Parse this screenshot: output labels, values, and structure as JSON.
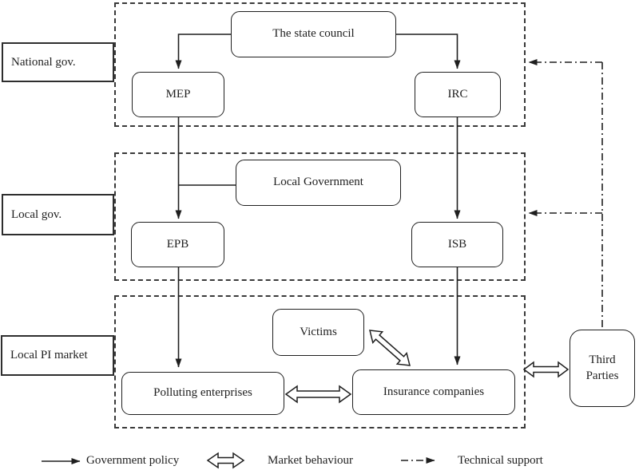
{
  "figure": {
    "levels": [
      {
        "id": "national",
        "label": "National gov."
      },
      {
        "id": "local",
        "label": "Local gov."
      },
      {
        "id": "market",
        "label": "Local PI market"
      }
    ],
    "nodes": {
      "state_council": "The state council",
      "mep": "MEP",
      "irc": "IRC",
      "local_government": "Local Government",
      "epb": "EPB",
      "isb": "ISB",
      "victims": "Victims",
      "polluting_enterprises": "Polluting enterprises",
      "insurance_companies": "Insurance companies",
      "third_parties": "Third Parties"
    },
    "legend": [
      {
        "symbol": "solid-arrow",
        "label": "Government policy"
      },
      {
        "symbol": "double-open-arrow",
        "label": "Market behaviour"
      },
      {
        "symbol": "dash-dot-arrow",
        "label": "Technical support"
      }
    ],
    "colors": {
      "line": "#1f1f1f",
      "background": "#ffffff"
    }
  }
}
